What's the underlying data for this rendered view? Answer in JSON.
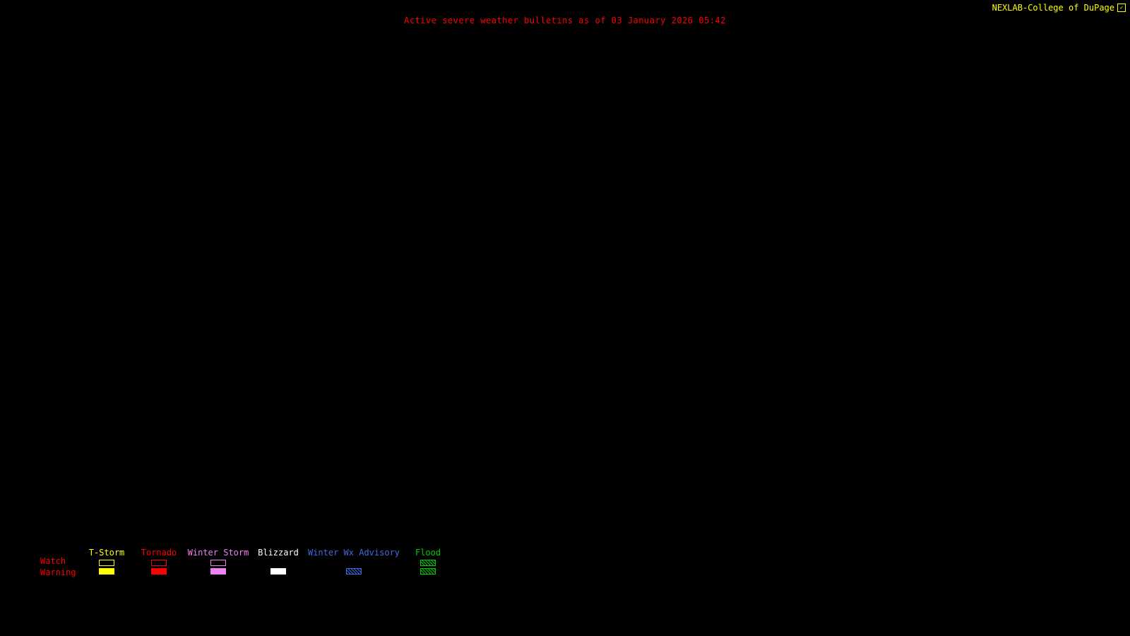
{
  "header": {
    "title": "Active severe weather bulletins as of 03 January 2026 05:42",
    "title_color": "#ff0000",
    "brand": "NEXLAB-College of DuPage",
    "brand_color": "#ffff00"
  },
  "legend": {
    "watch_label": "Watch",
    "warning_label": "Warning",
    "row_label_color": "#ff0000",
    "columns": [
      {
        "label": "T-Storm",
        "color": "#ffff00",
        "watch": "outline",
        "warning": "fill"
      },
      {
        "label": "Tornado",
        "color": "#ff0000",
        "watch": "outline",
        "warning": "fill"
      },
      {
        "label": "Winter Storm",
        "color": "#ee82ee",
        "watch": "outline",
        "warning": "fill"
      },
      {
        "label": "Blizzard",
        "color": "#ffffff",
        "watch": "none",
        "warning": "fill"
      },
      {
        "label": "Winter Wx Advisory",
        "color": "#4169e1",
        "watch": "none",
        "warning": "hatch"
      },
      {
        "label": "Flood",
        "color": "#00cc00",
        "watch": "hatch",
        "warning": "hatch"
      }
    ]
  }
}
